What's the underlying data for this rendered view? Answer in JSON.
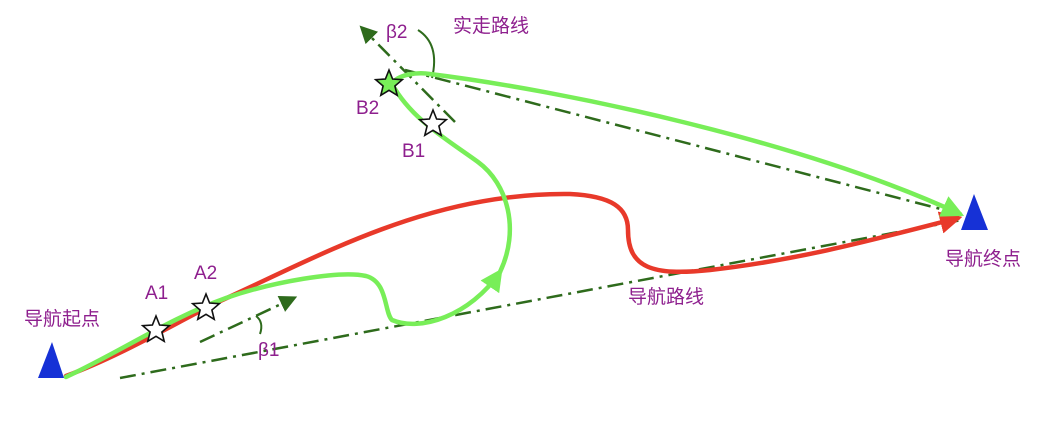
{
  "labels": {
    "nav_start": "导航起点",
    "nav_end": "导航终点",
    "nav_route": "导航路线",
    "actual_route": "实走路线",
    "a1": "A1",
    "a2": "A2",
    "b1": "B1",
    "b2": "B2",
    "beta1": "β1",
    "beta2": "β2"
  },
  "colors": {
    "nav_route": "#e8392a",
    "actual_route": "#78ee58",
    "reference_line": "#2e6b1c",
    "triangle_marker": "#1631d6",
    "label_text": "#8e1f8e",
    "star_fill_a1_a2_b1": "#ffffff",
    "star_fill_b2": "#78ee58"
  },
  "icons": {
    "start_marker": "blue-triangle",
    "end_marker": "blue-triangle",
    "waypoint": "star"
  }
}
